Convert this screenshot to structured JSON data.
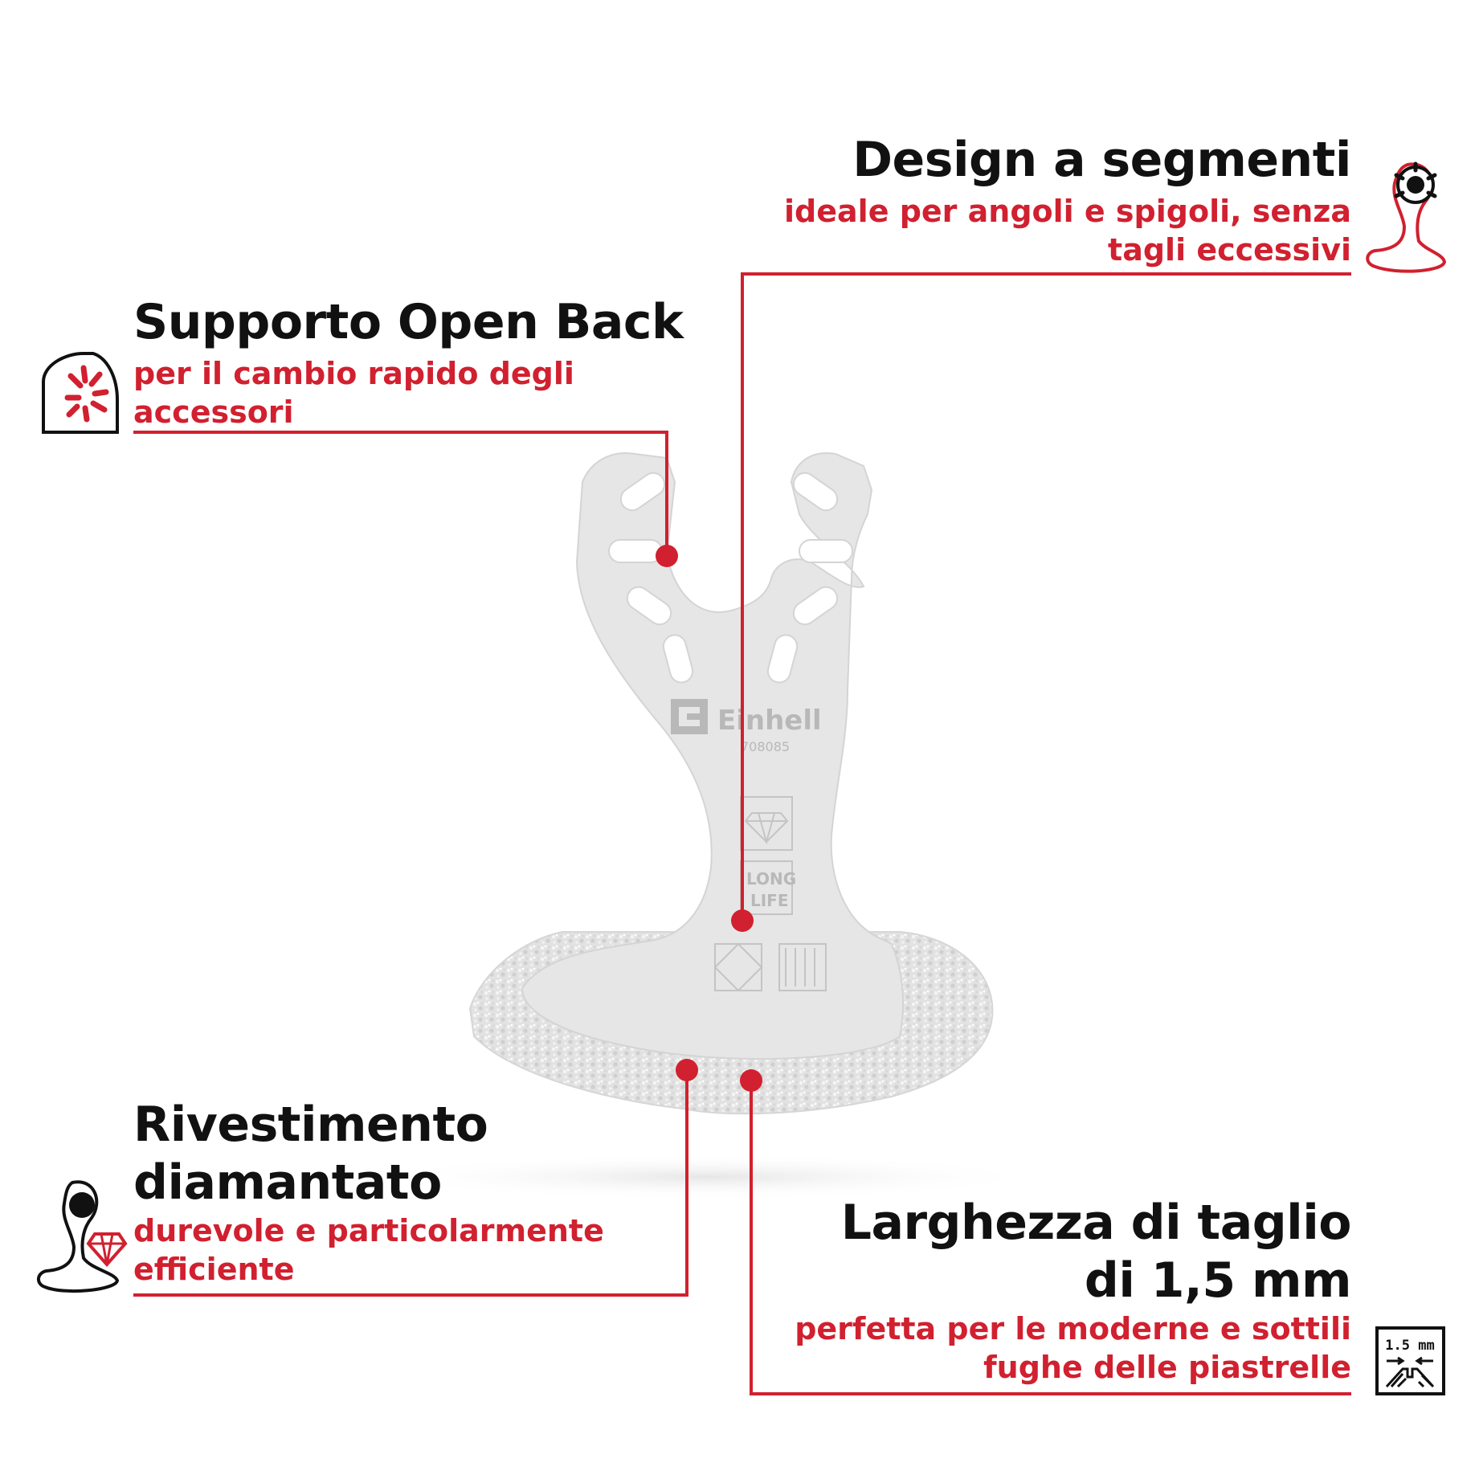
{
  "features": [
    {
      "id": "open-back",
      "title": [
        "Supporto Open Back"
      ],
      "subtitle": [
        "per il cambio rapido degli",
        "accessori"
      ],
      "icon": "open-back-mount-icon"
    },
    {
      "id": "segment-design",
      "title": [
        "Design a segmenti"
      ],
      "subtitle": [
        "ideale per angoli e spigoli, senza",
        "tagli eccessivi"
      ],
      "icon": "segment-blade-icon"
    },
    {
      "id": "diamond-coating",
      "title": [
        "Rivestimento",
        "diamantato"
      ],
      "subtitle": [
        "durevole e particolarmente",
        "efficiente"
      ],
      "icon": "diamond-blade-icon"
    },
    {
      "id": "cut-width",
      "title": [
        "Larghezza di taglio",
        "di 1,5 mm"
      ],
      "subtitle": [
        "perfetta per le moderne e sottili",
        "fughe delle piastrelle"
      ],
      "icon": "cut-width-icon"
    }
  ],
  "product": {
    "brand": "Einhell",
    "code": "708085",
    "badge_long": "LONG",
    "badge_life": "LIFE"
  },
  "icons": {
    "cut_width_label": "1.5 mm"
  },
  "colors": {
    "accent": "#d1202f",
    "text": "#111111",
    "blade": "#e6e6e6"
  }
}
